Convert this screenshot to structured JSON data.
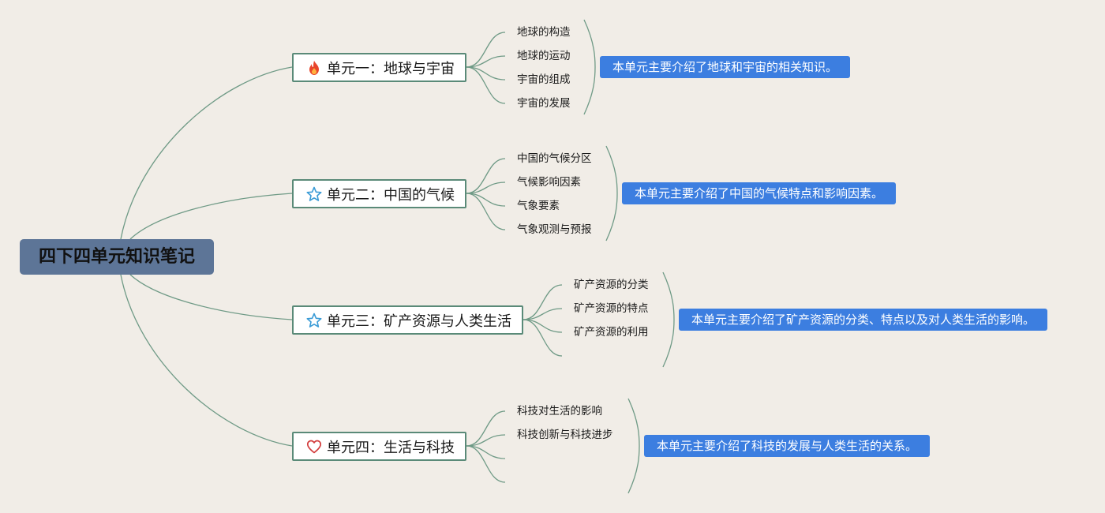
{
  "root": {
    "title": "四下四单元知识笔记"
  },
  "colors": {
    "background": "#f1ede7",
    "root_fill": "#5d7597",
    "branch_border": "#5a8a78",
    "connector": "#6f9a86",
    "summary_fill": "#3c7ee0",
    "fire_icon": "#e8452c",
    "star_icon": "#3a9bd6",
    "heart_icon": "#d23a3a"
  },
  "units": [
    {
      "label": "单元一：地球与宇宙",
      "icon": "fire-icon",
      "topics": [
        "地球的构造",
        "地球的运动",
        "宇宙的组成",
        "宇宙的发展"
      ],
      "summary": "本单元主要介绍了地球和宇宙的相关知识。"
    },
    {
      "label": "单元二：中国的气候",
      "icon": "star-icon",
      "topics": [
        "中国的气候分区",
        "气候影响因素",
        "气象要素",
        "气象观测与预报"
      ],
      "summary": "本单元主要介绍了中国的气候特点和影响因素。"
    },
    {
      "label": "单元三：矿产资源与人类生活",
      "icon": "star-icon",
      "topics": [
        "矿产资源的分类",
        "矿产资源的特点",
        "矿产资源的利用"
      ],
      "summary": "本单元主要介绍了矿产资源的分类、特点以及对人类生活的影响。"
    },
    {
      "label": "单元四：生活与科技",
      "icon": "heart-icon",
      "topics": [
        "科技对生活的影响",
        "科技创新与科技进步",
        "",
        ""
      ],
      "summary": "本单元主要介绍了科技的发展与人类生活的关系。"
    }
  ]
}
